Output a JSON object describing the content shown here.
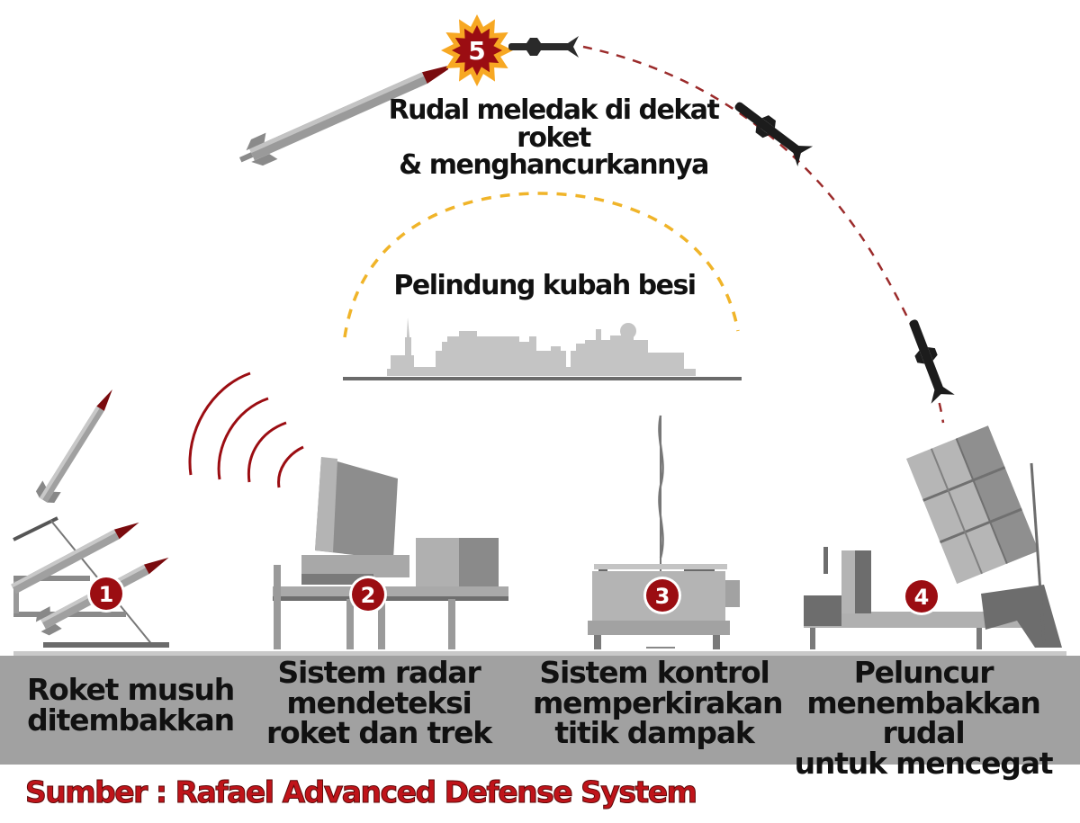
{
  "diagram": {
    "title_interception": {
      "lines": [
        "Rudal meledak di dekat roket",
        "& menghancurkannya"
      ]
    },
    "dome_label": "Pelindung kubah besi",
    "steps": [
      {
        "number": "1",
        "lines": [
          "Roket musuh",
          "ditembakkan"
        ]
      },
      {
        "number": "2",
        "lines": [
          "Sistem radar",
          "mendeteksi",
          "roket dan trek"
        ]
      },
      {
        "number": "3",
        "lines": [
          "Sistem kontrol",
          "memperkirakan",
          "titik dampak"
        ]
      },
      {
        "number": "4",
        "lines": [
          "Peluncur",
          "menembakkan rudal",
          "untuk mencegat"
        ]
      },
      {
        "number": "5",
        "lines": []
      }
    ],
    "source": "Sumber : Rafael Advanced Defense System",
    "colors": {
      "accent_red": "#9b0d12",
      "dome_yellow": "#f0b429",
      "trajectory_red": "#9b2b2b",
      "ground_gray": "#a1a1a1",
      "equipment_gray": "#b5b5b5",
      "equipment_dark": "#6d6d6d",
      "source_red": "#c0141a"
    }
  }
}
